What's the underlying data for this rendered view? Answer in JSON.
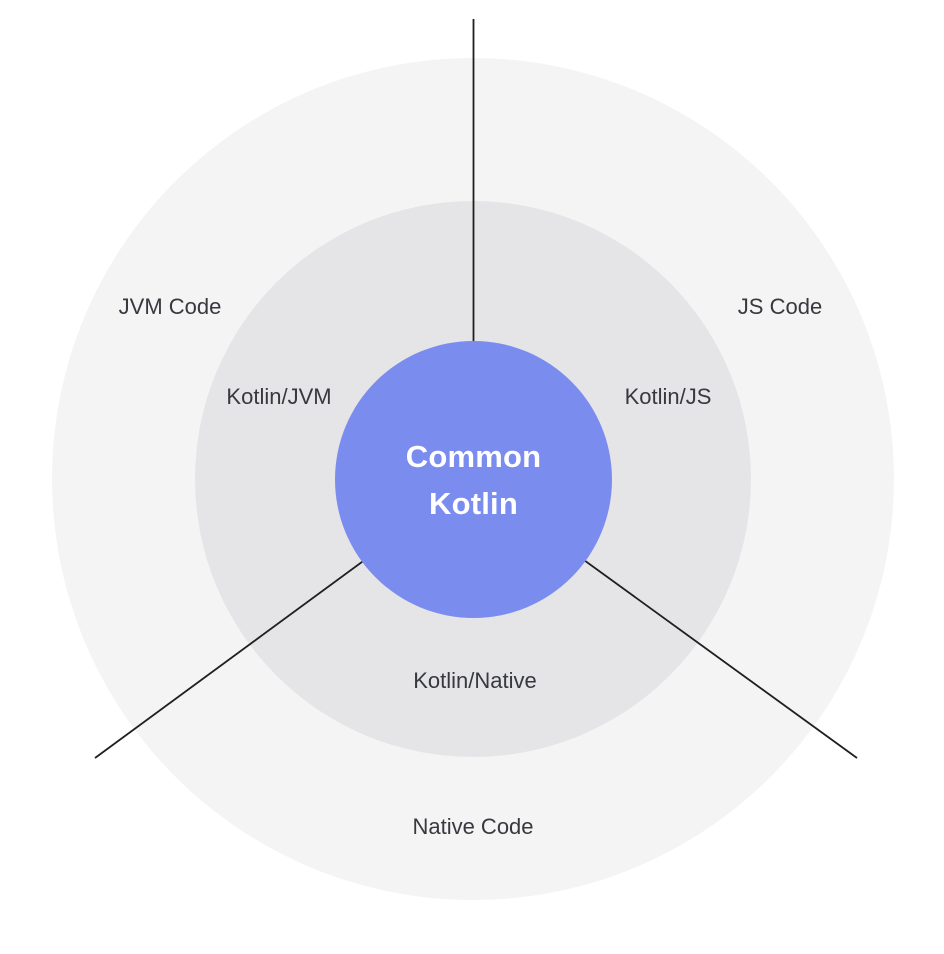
{
  "diagram": {
    "title_circle": {
      "line1": "Common",
      "line2": "Kotlin"
    },
    "middle_ring_labels": {
      "kotlin_jvm": "Kotlin/JVM",
      "kotlin_js": "Kotlin/JS",
      "kotlin_native": "Kotlin/Native"
    },
    "outer_ring_labels": {
      "jvm_code": "JVM Code",
      "js_code": "JS Code",
      "native_code": "Native Code"
    },
    "colors": {
      "outer_ring": "#f4f4f5",
      "middle_ring": "#e5e5e7",
      "center_circle": "#7b8cef",
      "center_text": "#ffffff",
      "label_text": "#37393e",
      "divider_line": "#1f1f1f"
    }
  }
}
